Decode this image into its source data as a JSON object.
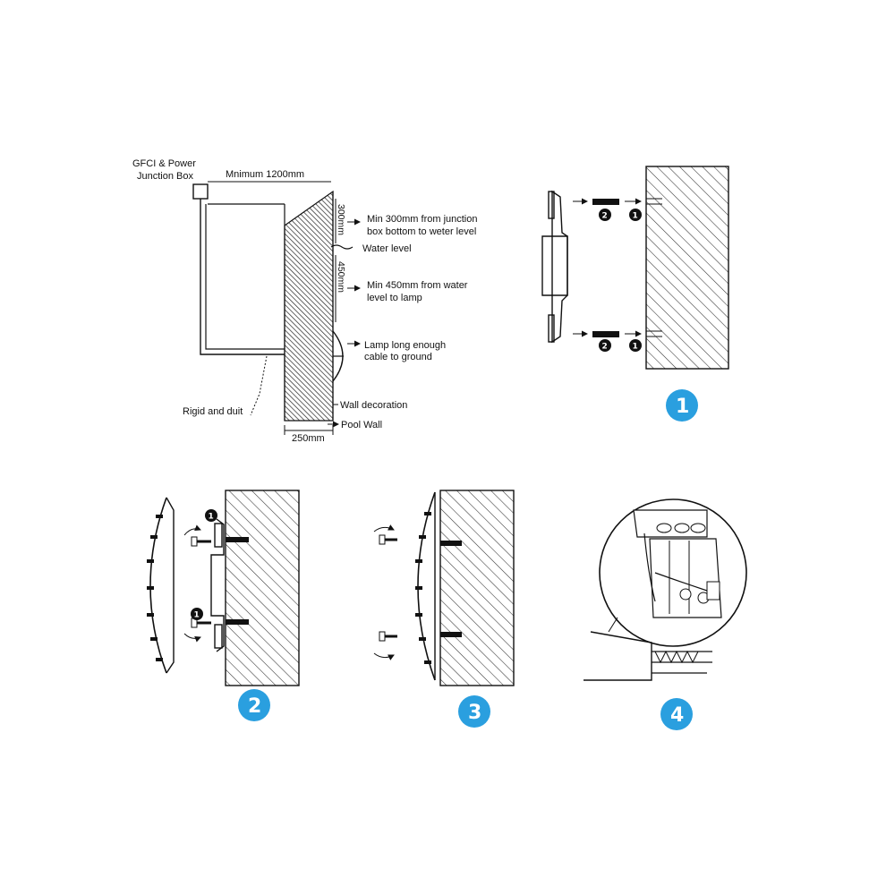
{
  "diagram_1": {
    "gfci_line1": "GFCI & Power",
    "gfci_line2": "Junction Box",
    "min_width": "Mnimum 1200mm",
    "dim_300": "300mm",
    "dim_450": "450mm",
    "note_300_line1": "Min 300mm from junction",
    "note_300_line2": "box bottom to weter level",
    "water_level": "Water level",
    "note_450_line1": "Min 450mm from water",
    "note_450_line2": "level to lamp",
    "lamp_line1": "Lamp long enough",
    "lamp_line2": "cable to ground",
    "rigid": "Rigid and duit",
    "wall_decoration": "Wall decoration",
    "pool_wall": "Pool Wall",
    "dim_250": "250mm"
  },
  "steps": [
    {
      "number": "1",
      "color": "#2a9fdf"
    },
    {
      "number": "2",
      "color": "#2a9fdf"
    },
    {
      "number": "3",
      "color": "#2a9fdf"
    },
    {
      "number": "4",
      "color": "#2a9fdf"
    }
  ],
  "callouts": {
    "one": "1",
    "two": "2"
  }
}
